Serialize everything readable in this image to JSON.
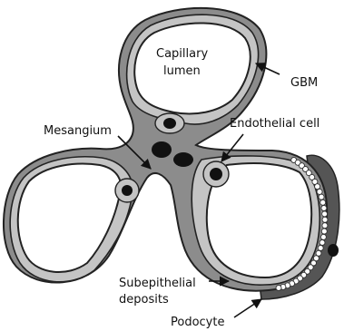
{
  "labels": {
    "capillary_lumen_line1": "Capillary",
    "capillary_lumen_line2": "lumen",
    "gbm": "GBM",
    "mesangium": "Mesangium",
    "endothelial_cell": "Endothelial cell",
    "subepithelial_line1": "Subepithelial",
    "subepithelial_line2": "deposits",
    "podocyte": "Podocyte"
  },
  "colors": {
    "gbm": "#8c8c8c",
    "endothelium": "#c4c4c4",
    "podocyte": "#555555",
    "deposit": "#ffffff",
    "nucleus": "#111111"
  }
}
